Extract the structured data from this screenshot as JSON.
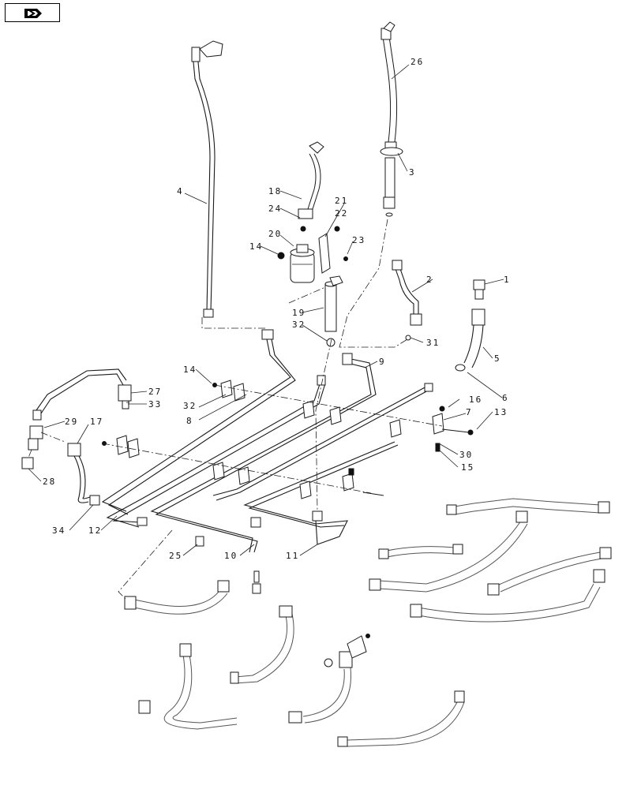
{
  "nav": {
    "icon": "next-page-arrow-icon"
  },
  "callouts": {
    "c1": "1",
    "c2": "2",
    "c3": "3",
    "c4": "4",
    "c5": "5",
    "c6": "6",
    "c7": "7",
    "c8": "8",
    "c9": "9",
    "c10": "10",
    "c11": "11",
    "c12": "12",
    "c13": "13",
    "c14": "14",
    "c15": "15",
    "c16": "16",
    "c17": "17",
    "c18": "18",
    "c19": "19",
    "c20": "20",
    "c21": "21",
    "c22": "22",
    "c23": "23",
    "c24": "24",
    "c25": "25",
    "c26": "26",
    "c27": "27",
    "c28": "28",
    "c29": "29",
    "c30": "30",
    "c31": "31",
    "c32a": "32",
    "c32b": "32",
    "c33": "33",
    "c34": "34"
  }
}
